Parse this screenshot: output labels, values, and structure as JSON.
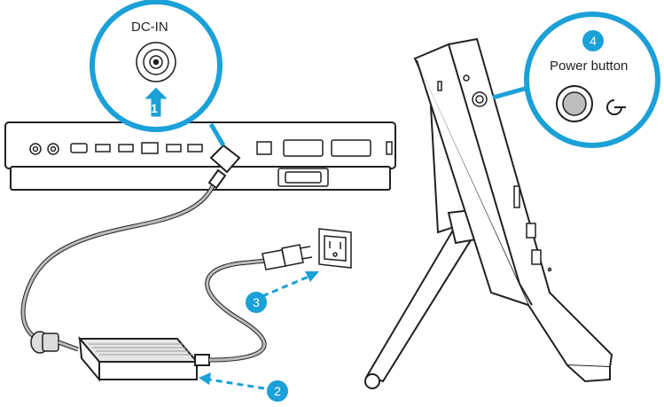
{
  "labels": {
    "dc_in": "DC-IN",
    "power_button": "Power button"
  },
  "steps": [
    "1",
    "2",
    "3",
    "4"
  ],
  "colors": {
    "callout_blue": "#1ba0d8",
    "outline": "#231f20",
    "device_fill": "#ffffff",
    "adapter_fill": "#e6e6e6"
  },
  "icons": [
    "dc-in-connector-icon",
    "power-symbol-icon",
    "wall-outlet-icon",
    "power-plug-icon"
  ]
}
